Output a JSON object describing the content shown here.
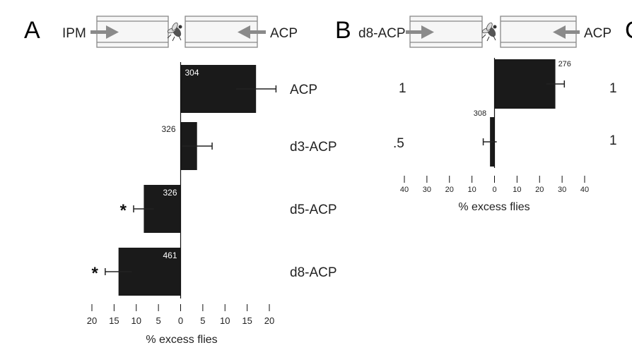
{
  "figure": {
    "panel_a_letter": "A",
    "panel_b_letter": "B",
    "panel_c_letter": "C"
  },
  "panel_a": {
    "arena_left_label": "IPM",
    "arena_right_label": "ACP",
    "xlabel": "% excess flies"
  },
  "panel_b": {
    "arena_left_label": "d8-ACP",
    "arena_right_label": "ACP",
    "xlabel": "% excess flies",
    "left_margin_numbers": [
      "1",
      ".5"
    ]
  },
  "panel_c": {
    "left_margin_numbers": [
      "1",
      "1"
    ]
  },
  "chart_data": [
    {
      "type": "bar",
      "orientation": "horizontal",
      "categories": [
        "ACP",
        "d3-ACP",
        "d5-ACP",
        "d8-ACP"
      ],
      "values": [
        17,
        3.7,
        -8.3,
        -14
      ],
      "errors": [
        4.5,
        3.4,
        2.3,
        3.0
      ],
      "n_labels": [
        "304",
        "326",
        "326",
        "461"
      ],
      "n_label_inside": [
        true,
        false,
        true,
        true
      ],
      "significance": [
        "",
        "",
        "*",
        "*"
      ],
      "xlim": [
        -20,
        20
      ],
      "xticks": [
        -20,
        -15,
        -10,
        -5,
        0,
        5,
        10,
        15,
        20
      ],
      "xtick_labels": [
        "20",
        "15",
        "10",
        "5",
        "0",
        "5",
        "10",
        "15",
        "20"
      ],
      "xlabel": "% excess flies",
      "bar_color": "#1a1a1a"
    },
    {
      "type": "bar",
      "orientation": "horizontal",
      "categories": [
        "",
        ""
      ],
      "values": [
        27,
        -2
      ],
      "errors": [
        4,
        3
      ],
      "n_labels": [
        "276",
        "308"
      ],
      "xlim": [
        -40,
        40
      ],
      "xticks": [
        -40,
        -30,
        -20,
        -10,
        0,
        10,
        20,
        30,
        40
      ],
      "xtick_labels": [
        "40",
        "30",
        "20",
        "10",
        "0",
        "10",
        "20",
        "30",
        "40"
      ],
      "xlabel": "% excess flies",
      "bar_color": "#1a1a1a"
    }
  ]
}
